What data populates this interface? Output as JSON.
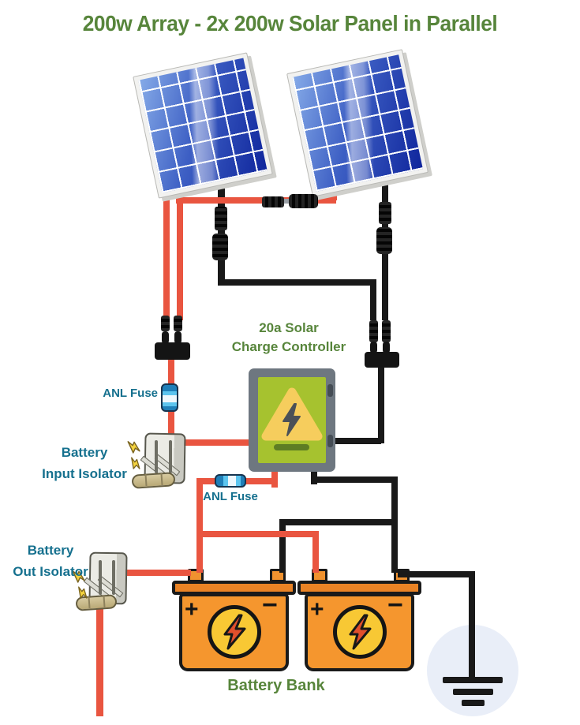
{
  "title": "200w Array - 2x 200w Solar Panel in Parallel",
  "labels": {
    "controller": [
      "20a Solar",
      "Charge Controller"
    ],
    "fuse_top": "ANL Fuse",
    "fuse_mid": "ANL Fuse",
    "input_isolator": [
      "Battery",
      "Input Isolator"
    ],
    "out_isolator": [
      "Battery",
      "Out Isolator"
    ],
    "battery_bank": "Battery Bank",
    "plus": "+",
    "minus": "−"
  },
  "icons": {
    "lightning_bolt": "⚡",
    "warning_triangle": "⚠",
    "ground_symbol": "⏚",
    "plus_terminal": "+",
    "minus_terminal": "−"
  },
  "colors": {
    "title_green": "#57853b",
    "label_teal": "#15708e",
    "wire_positive_red": "#e95540",
    "wire_negative_black": "#191919",
    "controller_gray": "#6e7780",
    "controller_green": "#a6c22f",
    "warning_triangle_yellow": "#f6cd5d",
    "battery_orange": "#f5962e",
    "battery_circle_yellow": "#f8c834",
    "battery_bolt_red": "#e2502c",
    "fuse_blue": "#5cc4ee",
    "ground_circle_blue": "#e9eef8"
  },
  "components": {
    "solar_panel_count": 2,
    "battery_count": 2
  }
}
